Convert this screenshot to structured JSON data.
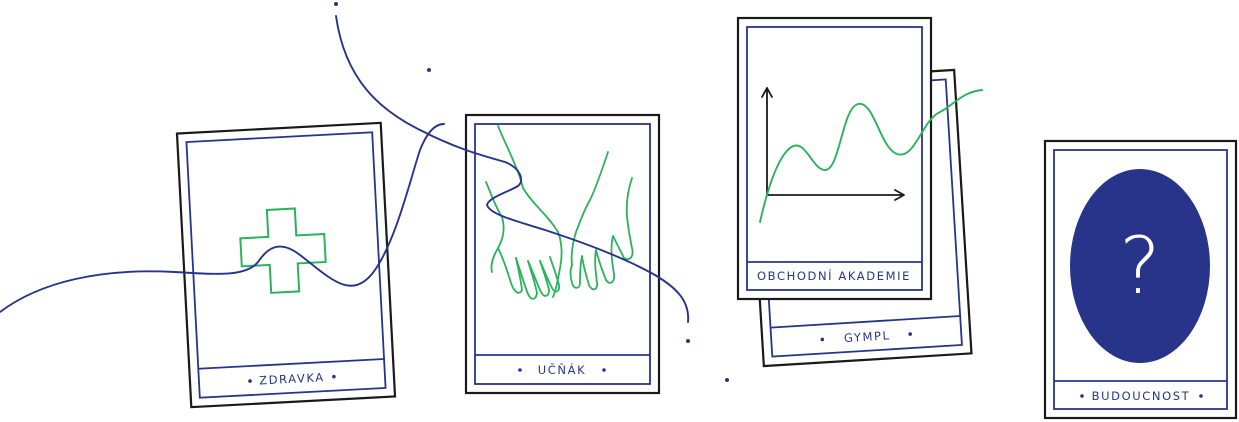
{
  "colors": {
    "navy": "#28348a",
    "green": "#2bb35b",
    "black": "#1a1a1a",
    "background": "#ffffff"
  },
  "cards": [
    {
      "label": "ZDRAVKA",
      "icon": "medical-cross-icon"
    },
    {
      "label": "UČŇÁK",
      "icon": "hands-icon"
    },
    {
      "label": "GYMPL",
      "icon": "none"
    },
    {
      "label": "OBCHODNÍ AKADEMIE",
      "icon": "growth-chart-icon"
    },
    {
      "label": "BUDOUCNOST",
      "icon": "question-mark-icon",
      "symbol": "?"
    }
  ]
}
